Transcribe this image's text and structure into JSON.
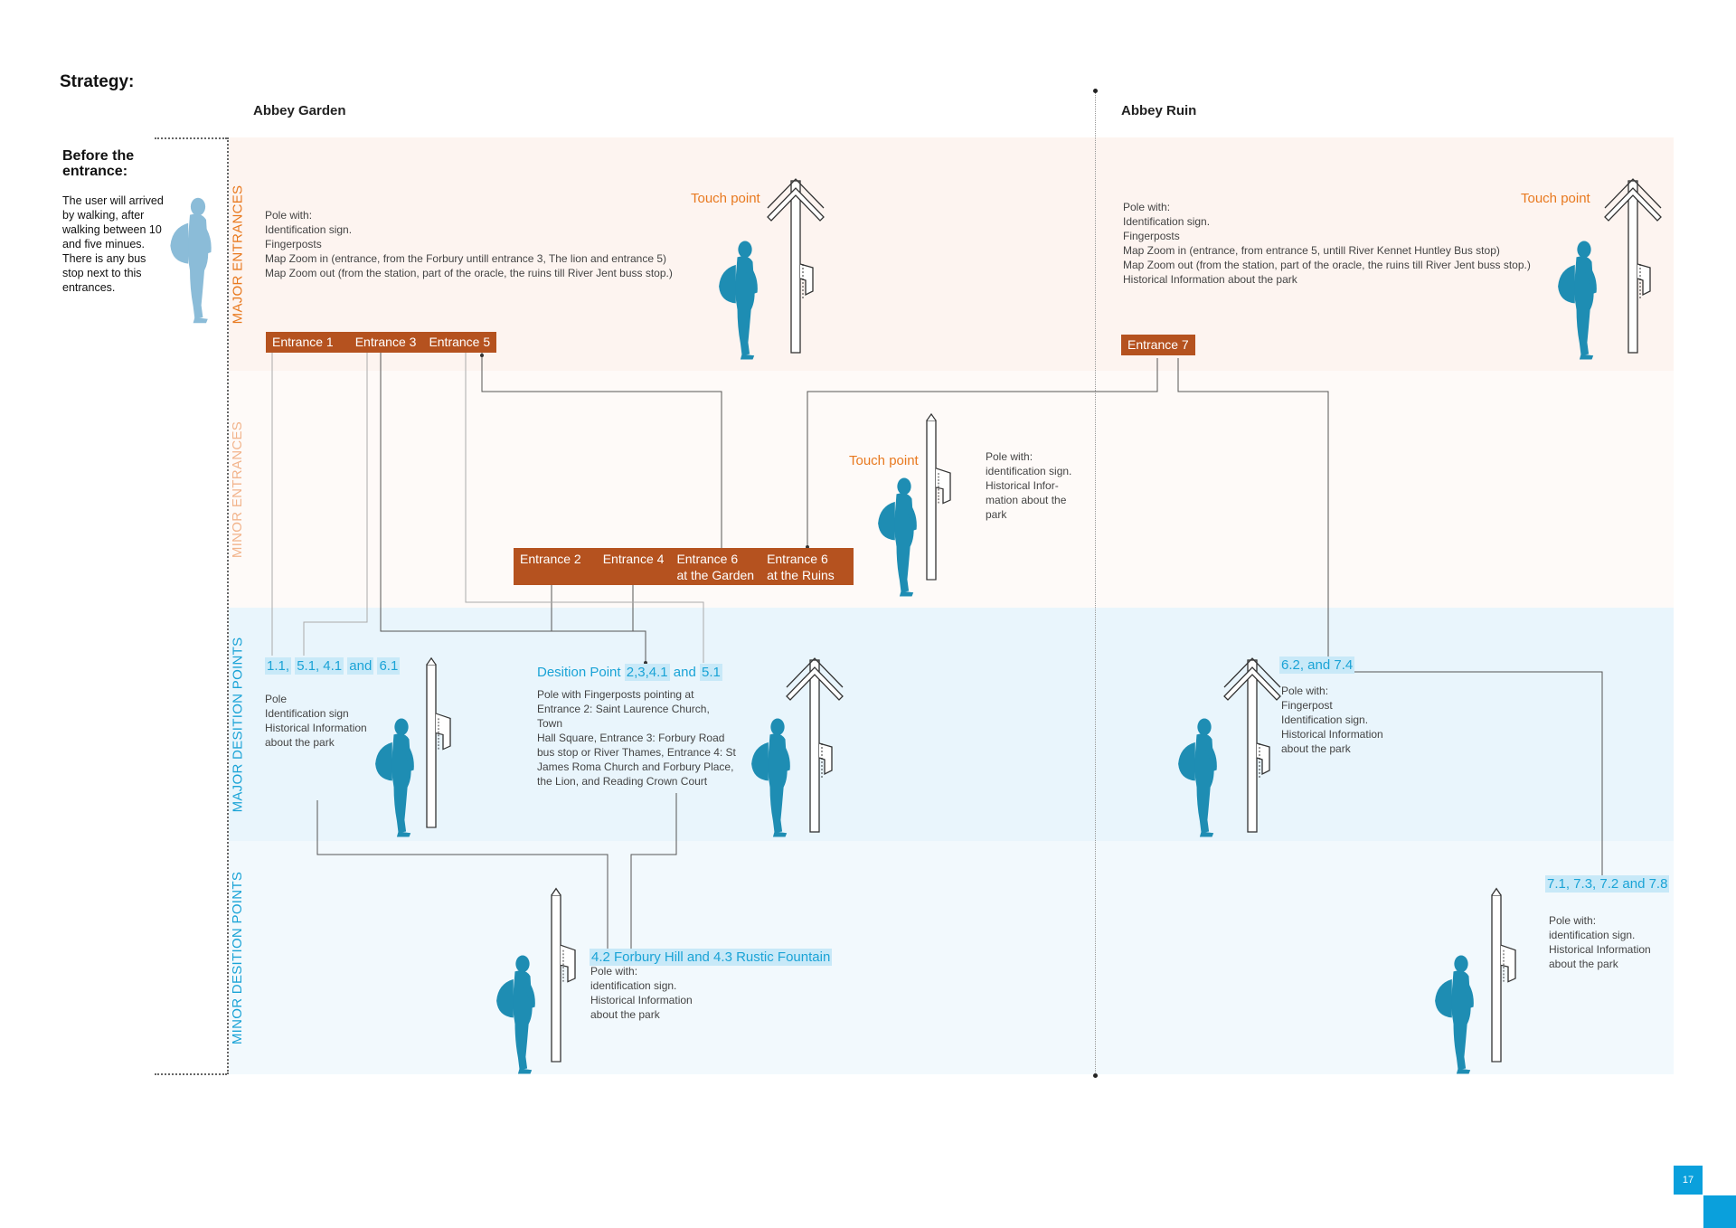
{
  "title": "Strategy:",
  "columns": {
    "left": "Abbey Garden",
    "right": "Abbey Ruin"
  },
  "before": {
    "title": "Before the entrance:",
    "body": "The user will arrived by walking, after walking between 10 and five minues. There is any bus stop next to this entrances."
  },
  "bands": {
    "major_entrances": "MAJOR ENTRANCES",
    "minor_entrances": "MINOR ENTRANCES",
    "major_desition": "MAJOR DESITION POINTS",
    "minor_desition": "MINOR DESITION POINTS"
  },
  "touch_point": "Touch point",
  "major_left": {
    "desc": [
      "Pole with:",
      "Identification sign.",
      "Fingerposts",
      "Map Zoom in (entrance, from the Forbury untill entrance 3, The lion and entrance 5)",
      "Map Zoom out (from the station, part of the oracle, the ruins till River Jent buss stop.)"
    ],
    "entrances": [
      "Entrance 1",
      "Entrance 3",
      "Entrance 5"
    ]
  },
  "major_right": {
    "desc": [
      "Pole with:",
      "Identification sign.",
      "Fingerposts",
      "Map Zoom in (entrance, from entrance 5, untill River Kennet Huntley Bus stop)",
      "Map Zoom out (from the station, part of the oracle, the ruins till River Jent buss stop.)",
      "Historical Information about the park"
    ],
    "entrances": [
      "Entrance 7"
    ]
  },
  "minor": {
    "desc": [
      "Pole with:",
      "identification sign.",
      "Historical Infor-",
      "mation about the",
      "park"
    ],
    "entrances": [
      "Entrance 2",
      "Entrance 4",
      "Entrance 6",
      "Entrance 6"
    ],
    "entrances_sub": [
      "",
      "",
      "at the Garden",
      "at the Ruins"
    ]
  },
  "dp1": {
    "parts": [
      "1.1,",
      "5.1,",
      "4.1",
      "and",
      "6.1"
    ],
    "desc": [
      "Pole",
      "Identification sign",
      "Historical Information",
      "about the park"
    ]
  },
  "dp2": {
    "prefix": "Desition Point",
    "parts": [
      "2,3,4.1",
      "and",
      "5.1"
    ],
    "desc": [
      "Pole with Fingerposts pointing at",
      "Entrance 2: Saint Laurence Church, Town",
      "Hall Square, Entrance 3: Forbury Road",
      "bus stop or River Thames, Entrance 4: St",
      "James Roma Church and Forbury Place,",
      "the Lion, and Reading Crown Court"
    ]
  },
  "dp3": {
    "label": "6.2, and  7.4",
    "desc": [
      "Pole with:",
      "Fingerpost",
      "Identification sign.",
      "Historical Information",
      "about the park"
    ]
  },
  "mdp1": {
    "label": "4.2 Forbury Hill and 4.3 Rustic Fountain",
    "desc": [
      "Pole with:",
      "identification sign.",
      "Historical Information",
      "about the park"
    ]
  },
  "mdp2": {
    "label": "7.1, 7.3,  7.2 and 7.8",
    "desc": [
      "Pole with:",
      "identification sign.",
      "Historical Information",
      "about the park"
    ]
  },
  "page_number": "17",
  "colors": {
    "orange": "#b5521f",
    "accent_orange": "#e8791f",
    "blue": "#1aa3d6",
    "silhouette": "#1e8db3",
    "silhouette_light": "#8bbcd8"
  }
}
